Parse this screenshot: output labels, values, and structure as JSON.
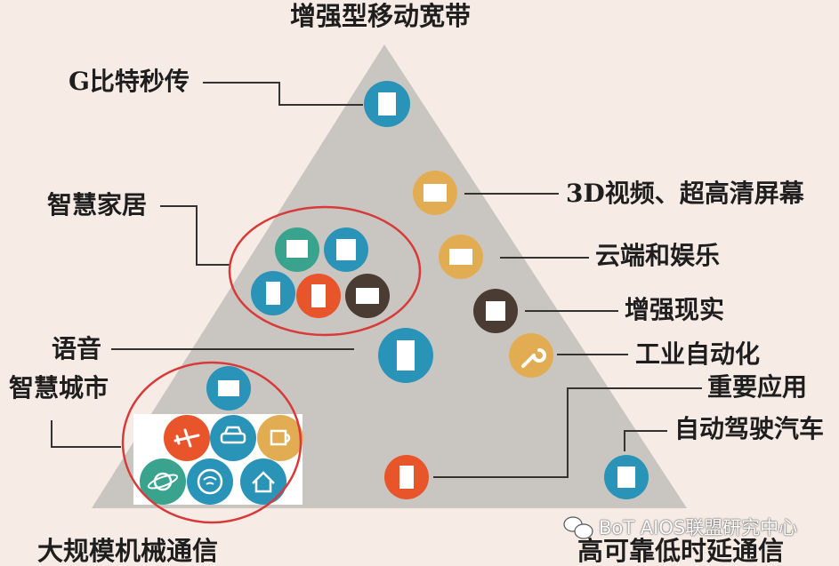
{
  "title": "增强型移动宽带",
  "bottom_left": "大规模机械通信",
  "bottom_right": "高可靠低时延通信",
  "labels": {
    "gbps": "G比特秒传",
    "video": "3D视频、超高清屏幕",
    "smart_home": "智慧家居",
    "cloud": "云端和娱乐",
    "ar": "增强现实",
    "voice": "语音",
    "industry": "工业自动化",
    "smart_city": "智慧城市",
    "critical": "重要应用",
    "autodrive": "自动驾驶汽车"
  },
  "watermark": "BoT AIOS联盟研究中心",
  "icons": {
    "gbps": "tablet-icon",
    "video": "screen-icon",
    "cloud": "laptop-icon",
    "ar": "ar-glasses-icon",
    "industry": "wrench-icon",
    "voice": "phone-icon",
    "home_1": "tv-icon",
    "home_2": "tablet-icon",
    "home_3": "phone-icon",
    "home_4": "phone-icon",
    "home_5": "tv-icon",
    "city_top": "screen-icon",
    "plane": "airplane-icon",
    "car": "car-icon",
    "cup": "coffee-cup-icon",
    "planet": "planet-icon",
    "wifi": "wifi-icon",
    "house": "house-icon",
    "critical": "phone-icon",
    "autodrive": "tablet-icon"
  },
  "colors": {
    "background": "#f7ece5",
    "pyramid": "#c9c6c2",
    "blue": "#2a93b8",
    "orange": "#e8552b",
    "yellow": "#e2ad52",
    "teal": "#3aa38e",
    "dark_brown": "#4a3b33",
    "ellipse": "#d83a3a"
  }
}
